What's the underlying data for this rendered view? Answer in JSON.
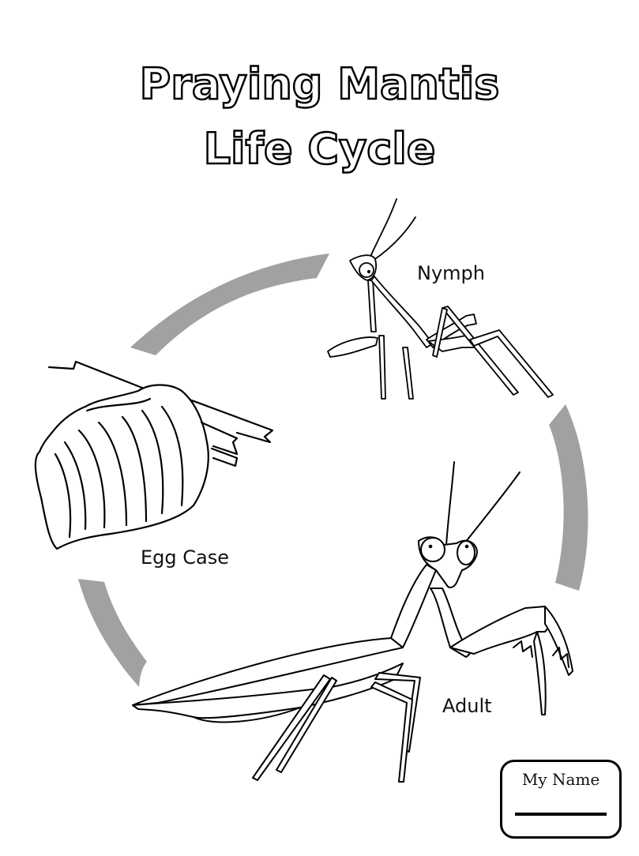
{
  "title": {
    "line1": "Praying Mantis",
    "line2": "Life Cycle"
  },
  "stages": [
    {
      "id": "nymph",
      "label": "Nymph"
    },
    {
      "id": "adult",
      "label": "Adult"
    },
    {
      "id": "egg_case",
      "label": "Egg Case"
    }
  ],
  "name_card": {
    "label": "My Name"
  },
  "colors": {
    "arc": "#a0a1a0",
    "outline": "#000000",
    "background": "#ffffff"
  }
}
